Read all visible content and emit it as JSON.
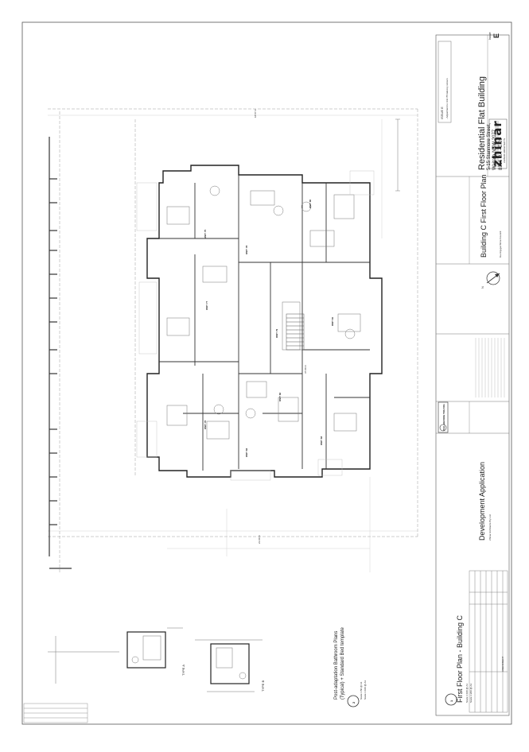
{
  "sheet": {
    "project_title": "Residential Flat Building",
    "project_address_1": "5-15 Stanmore Street,",
    "project_address_2": "Waitara NSW 2077",
    "drawing_title": "Building C First Floor Plan",
    "job_number": "8316 DA - E.09",
    "issue_label": "Issue",
    "issue_letter": "E",
    "issue_box_title": "ISSUE E",
    "issue_note": "- Adjustment to Unit 78 balcony screen",
    "firm_logo": "zhinar",
    "firm_subtitle": "ZHINAR ARCHITECTS",
    "council": "Ku-ring-gai Shire Council",
    "application_type": "Development Application",
    "applicant": "Zhinar Architects Pty Ltd",
    "north_label": "N",
    "badge_text": "DIAL BEFORE YOU DIG"
  },
  "plan_1": {
    "number": "1",
    "title": "First Floor Plan - Building C",
    "scale_1": "Scale 1:100 @ A1",
    "scale_2": "Scale 1:200 @ A3"
  },
  "plan_2": {
    "number": "2",
    "title_line_1": "Post-adaptation Bathroom Plans",
    "title_line_2": "(Typical) + Standard Bed template",
    "scale_1": "Scale 1:50 @ A1",
    "scale_2": "Scale 1:100 @ A3",
    "type_a": "TYPE A",
    "type_b": "TYPE B"
  },
  "dimensions": {
    "overall_top": "18.57 m",
    "overall_mid": "37.00 m",
    "overall_bottom": "21.00 m"
  },
  "units": [
    {
      "name": "UNIT 75"
    },
    {
      "name": "UNIT 76"
    },
    {
      "name": "UNIT 77"
    },
    {
      "name": "UNIT 78"
    },
    {
      "name": "UNIT 79"
    },
    {
      "name": "UNIT 80"
    },
    {
      "name": "UNIT 81"
    },
    {
      "name": "UNIT 82"
    },
    {
      "name": "UNIT 83"
    },
    {
      "name": "UNIT 84"
    }
  ],
  "revisions_heading": "AMENDMENT",
  "colors": {
    "line": "#222222",
    "light": "#888888",
    "paper": "#ffffff"
  }
}
